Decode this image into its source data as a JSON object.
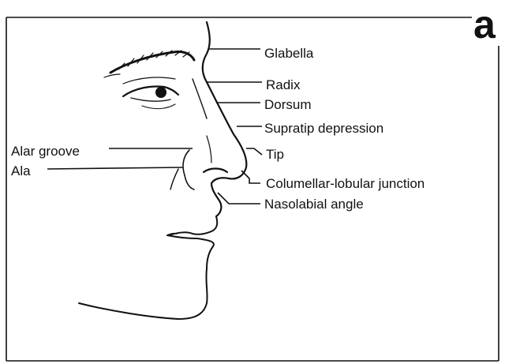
{
  "panel_letter": "a",
  "labels": {
    "glabella": "Glabella",
    "radix": "Radix",
    "dorsum": "Dorsum",
    "supratip": "Supratip depression",
    "tip": "Tip",
    "columellar": "Columellar-lobular junction",
    "nasolabial": "Nasolabial angle",
    "alar_groove": "Alar groove",
    "ala": "Ala"
  },
  "colors": {
    "ink": "#111111",
    "background": "#ffffff"
  }
}
